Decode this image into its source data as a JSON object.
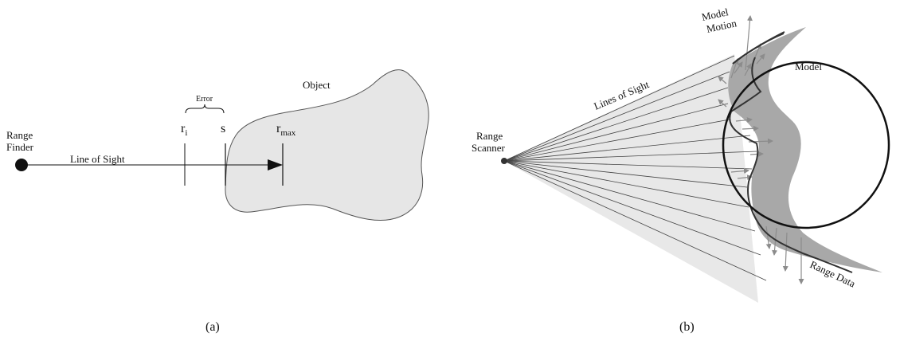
{
  "panel_a": {
    "range_finder_line1": "Range",
    "range_finder_line2": "Finder",
    "line_of_sight": "Line of Sight",
    "error": "Error",
    "r_i_base": "r",
    "r_i_sub": "i",
    "s_label": "s",
    "r_max_base": "r",
    "r_max_sub": "max",
    "object": "Object",
    "caption": "(a)"
  },
  "panel_b": {
    "range_scanner_line1": "Range",
    "range_scanner_line2": "Scanner",
    "lines_of_sight": "Lines of Sight",
    "model_motion_line1": "Model",
    "model_motion_line2": "Motion",
    "model": "Model",
    "range_data": "Range Data",
    "caption": "(b)"
  },
  "colors": {
    "object_fill": "#e6e6e6",
    "cone_fill": "#e8e8e8",
    "shape_fill": "#a8a8a8",
    "arrow_gray": "#8c8c8c",
    "ink": "#111111"
  }
}
